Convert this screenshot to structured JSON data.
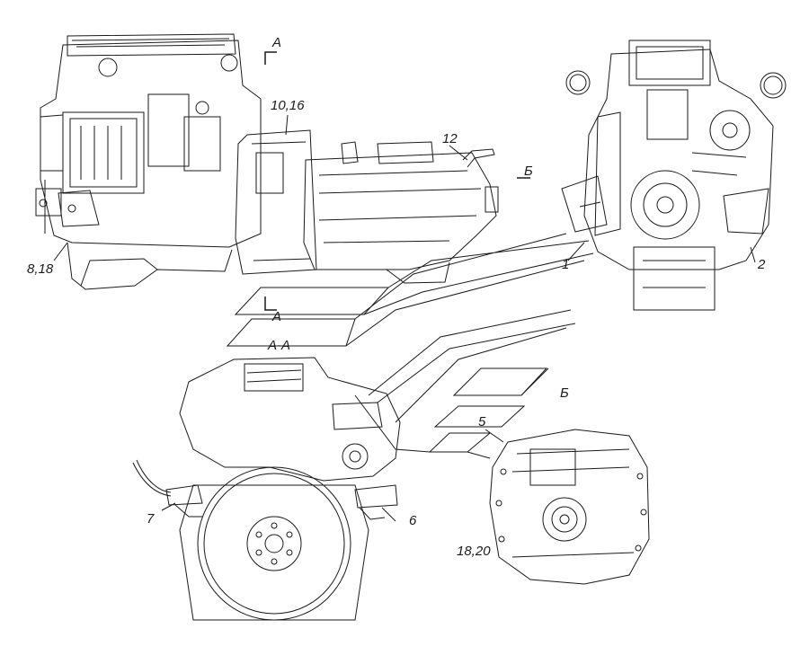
{
  "diagram": {
    "callouts": {
      "c_10_16": "10,16",
      "c_12": "12",
      "c_8_18": "8,18",
      "c_1": "1",
      "c_2": "2",
      "c_5": "5",
      "c_7": "7",
      "c_6": "6",
      "c_18_20": "18,20"
    },
    "section_marks": {
      "a_top": "А",
      "a_bottom": "А",
      "b_arrow": "Б"
    },
    "view_titles": {
      "section_a_a": "А-А",
      "view_b": "Б"
    }
  }
}
